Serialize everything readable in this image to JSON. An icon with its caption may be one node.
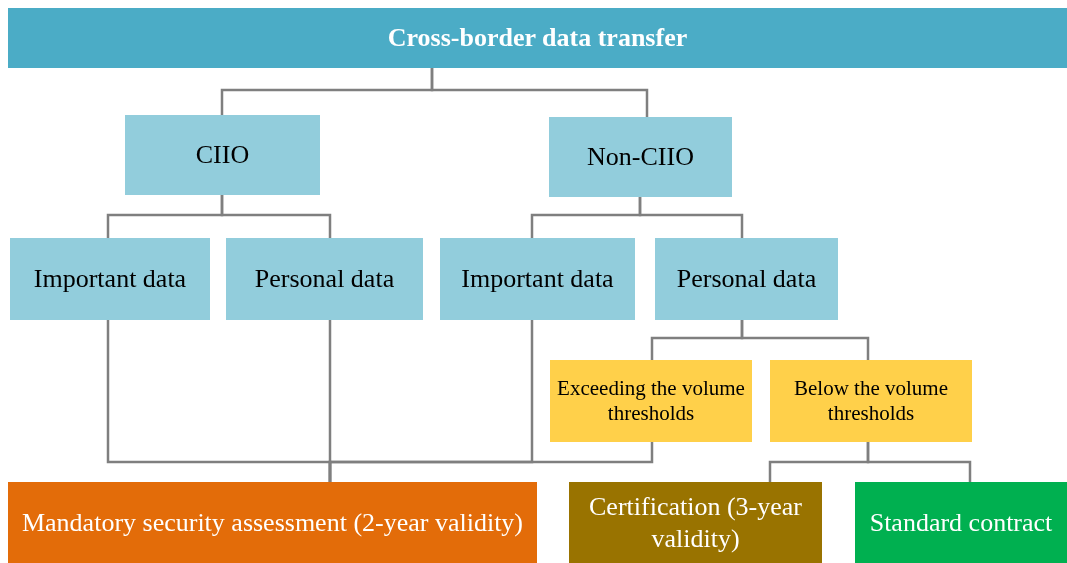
{
  "diagram": {
    "nodes": [
      {
        "text": [
          "Cross-border data transfer"
        ]
      },
      {
        "text": [
          "CIIO"
        ]
      },
      {
        "text": [
          "Non-CIIO"
        ]
      },
      {
        "text": [
          "Important data"
        ]
      },
      {
        "text": [
          "Personal data"
        ]
      },
      {
        "text": [
          "Important data"
        ]
      },
      {
        "text": [
          "Personal data"
        ]
      },
      {
        "text": [
          "Exceeding the volume thresholds"
        ]
      },
      {
        "text": [
          "Below the volume thresholds"
        ]
      },
      {
        "text": [
          "Mandatory security assessment (2-year validity)"
        ]
      },
      {
        "text": [
          "Certification (3-year validity)"
        ]
      },
      {
        "text": [
          "Standard contract"
        ]
      }
    ],
    "edges": [
      {
        "from": 0,
        "to": 1,
        "arrow": "none"
      },
      {
        "from": 0,
        "to": 2,
        "arrow": "none"
      },
      {
        "from": 1,
        "to": 3,
        "arrow": "none"
      },
      {
        "from": 1,
        "to": 4,
        "arrow": "none"
      },
      {
        "from": 2,
        "to": 5,
        "arrow": "none"
      },
      {
        "from": 2,
        "to": 6,
        "arrow": "none"
      },
      {
        "from": 6,
        "to": 7,
        "arrow": "none"
      },
      {
        "from": 6,
        "to": 8,
        "arrow": "none"
      },
      {
        "from": 3,
        "to": 9,
        "arrow": "none"
      },
      {
        "from": 4,
        "to": 9,
        "arrow": "none"
      },
      {
        "from": 5,
        "to": 9,
        "arrow": "none"
      },
      {
        "from": 7,
        "to": 9,
        "arrow": "none"
      },
      {
        "from": 8,
        "to": 10,
        "arrow": "none"
      },
      {
        "from": 8,
        "to": 11,
        "arrow": "none"
      }
    ]
  }
}
